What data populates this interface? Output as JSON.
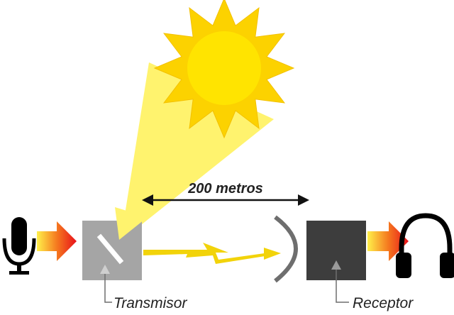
{
  "labels": {
    "distance": "200 metros",
    "transmitter": "Transmisor",
    "receiver": "Receptor"
  },
  "icons": {
    "sun": "sun-icon",
    "microphone": "microphone-icon",
    "headphones": "headphones-icon",
    "lightning": "lightning-bolt-icon"
  },
  "colors": {
    "sun_outer": "#fcd200",
    "sun_inner": "#ffe400",
    "light_beam": "#fff36e",
    "transmitter_box": "#a5a5a5",
    "receiver_box": "#3d3d3d",
    "signal": "#f2d30a",
    "arrow_start": "#fff04a",
    "arrow_end": "#e8101a"
  }
}
